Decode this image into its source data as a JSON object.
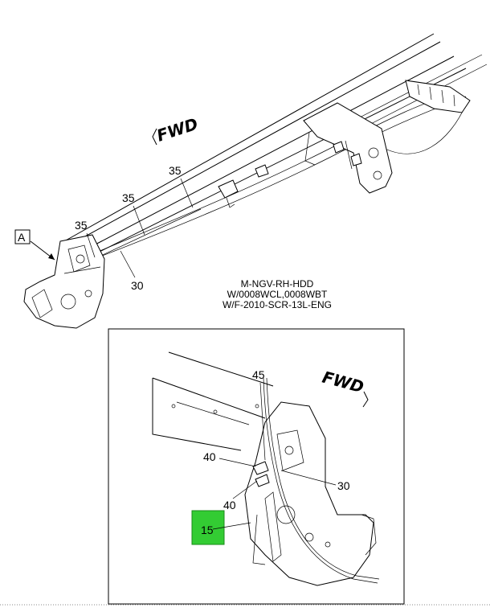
{
  "view_label": "A",
  "forward_label": "FWD",
  "main_view_callouts": [
    "35",
    "35",
    "35",
    "30"
  ],
  "note_lines": [
    "M-NGV-RH-HDD",
    "W/0008WCL,0008WBT",
    "W/F-2010-SCR-13L-ENG"
  ],
  "detail_view_callouts": [
    "45",
    "40",
    "40",
    "30"
  ],
  "highlighted_callout": "15",
  "highlight_color": "#33cc33"
}
